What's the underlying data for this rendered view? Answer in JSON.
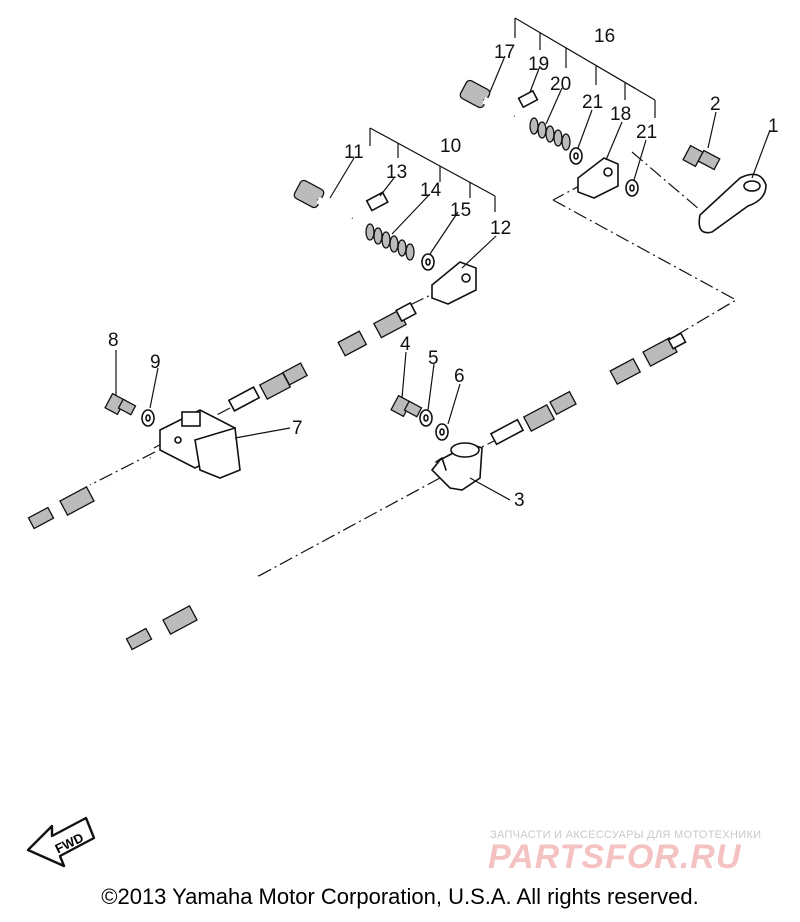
{
  "diagram": {
    "callouts": [
      {
        "id": "c1",
        "text": "1"
      },
      {
        "id": "c2",
        "text": "2"
      },
      {
        "id": "c3",
        "text": "3"
      },
      {
        "id": "c4",
        "text": "4"
      },
      {
        "id": "c5",
        "text": "5"
      },
      {
        "id": "c6",
        "text": "6"
      },
      {
        "id": "c7",
        "text": "7"
      },
      {
        "id": "c8",
        "text": "8"
      },
      {
        "id": "c9",
        "text": "9"
      },
      {
        "id": "c10",
        "text": "10"
      },
      {
        "id": "c11",
        "text": "11"
      },
      {
        "id": "c12",
        "text": "12"
      },
      {
        "id": "c13",
        "text": "13"
      },
      {
        "id": "c14",
        "text": "14"
      },
      {
        "id": "c15",
        "text": "15"
      },
      {
        "id": "c16",
        "text": "16"
      },
      {
        "id": "c17",
        "text": "17"
      },
      {
        "id": "c18",
        "text": "18"
      },
      {
        "id": "c19",
        "text": "19"
      },
      {
        "id": "c20",
        "text": "20"
      },
      {
        "id": "c21a",
        "text": "21"
      },
      {
        "id": "c21b",
        "text": "21"
      }
    ],
    "fwd_label": "FWD"
  },
  "watermark": {
    "tagline": "ЗАПЧАСТИ И АКСЕССУАРЫ ДЛЯ МОТОТЕХНИКИ",
    "brand": "PARTSFOR.RU"
  },
  "footer": {
    "copyright": "©2013 Yamaha Motor Corporation, U.S.A. All rights reserved."
  }
}
